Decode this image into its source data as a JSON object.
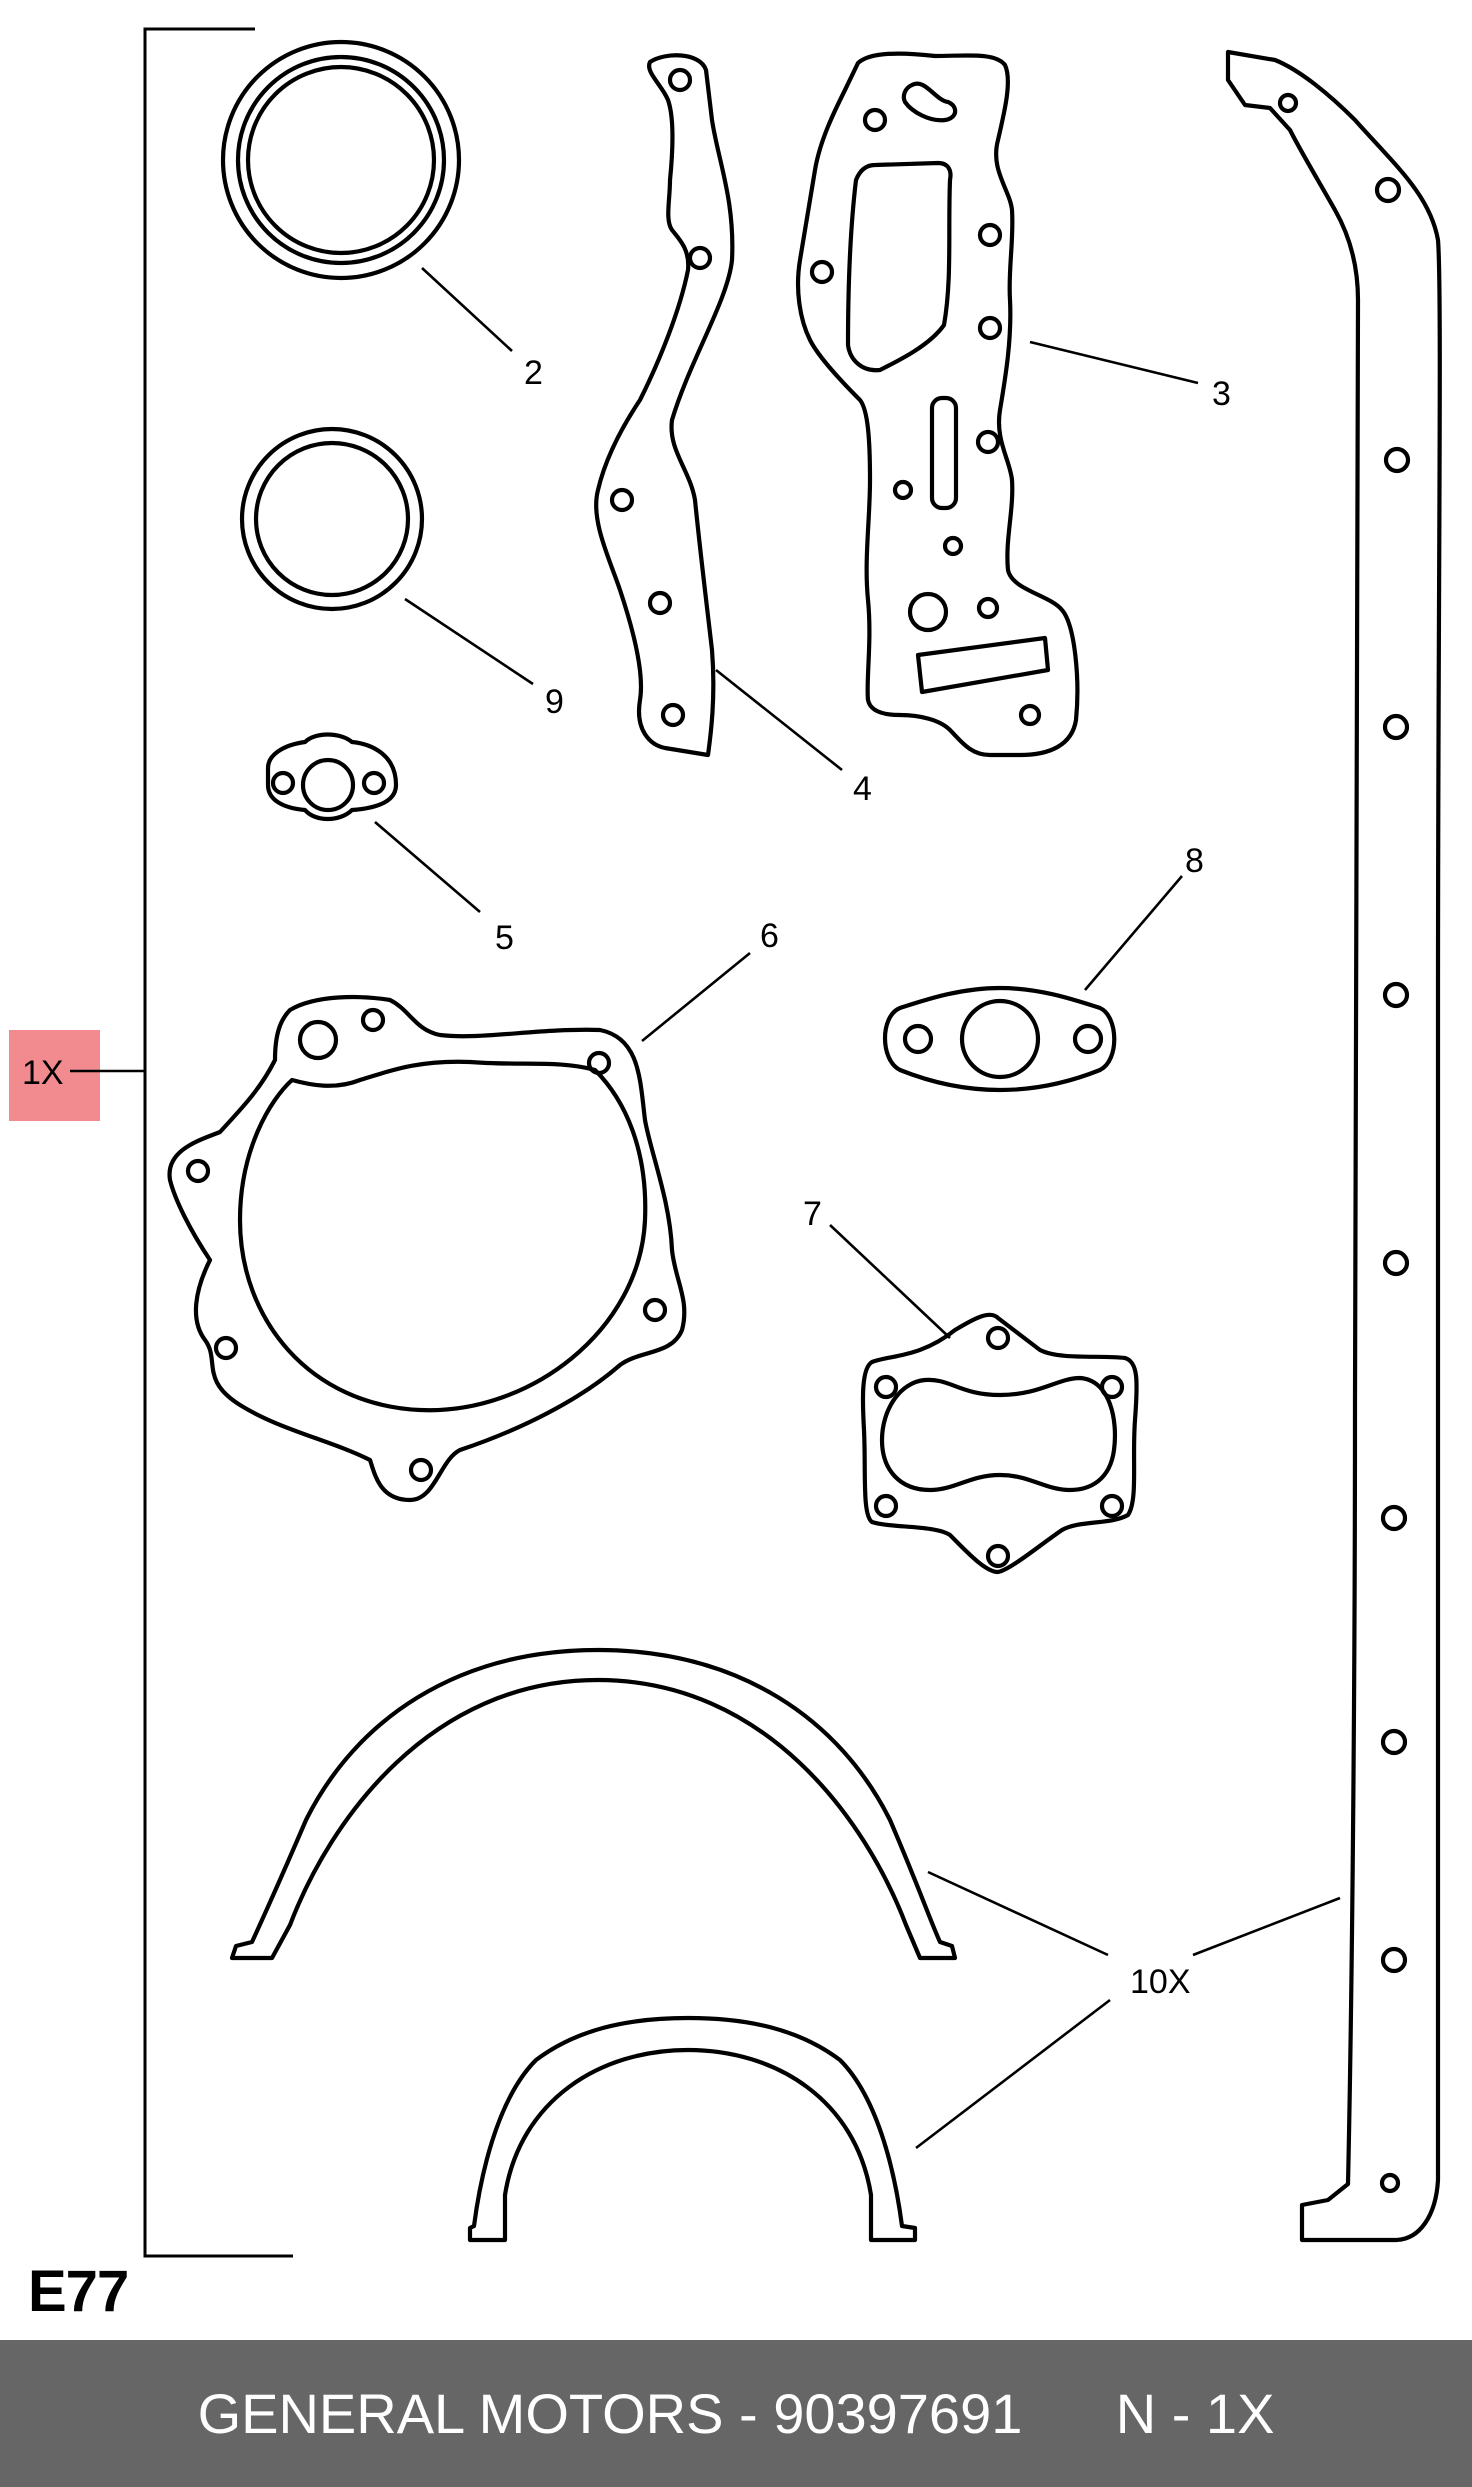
{
  "diagram": {
    "quantity_label": "1X",
    "section_code": "E77",
    "callouts": {
      "c2": "2",
      "c3": "3",
      "c4": "4",
      "c5": "5",
      "c6": "6",
      "c7": "7",
      "c8": "8",
      "c9": "9",
      "c10": "10X"
    }
  },
  "footer": {
    "text": "GENERAL MOTORS - 90397691      N - 1X"
  },
  "colors": {
    "qty_highlight": "#f28b8f",
    "footer_bg": "#666666",
    "footer_text": "#ffffff"
  }
}
